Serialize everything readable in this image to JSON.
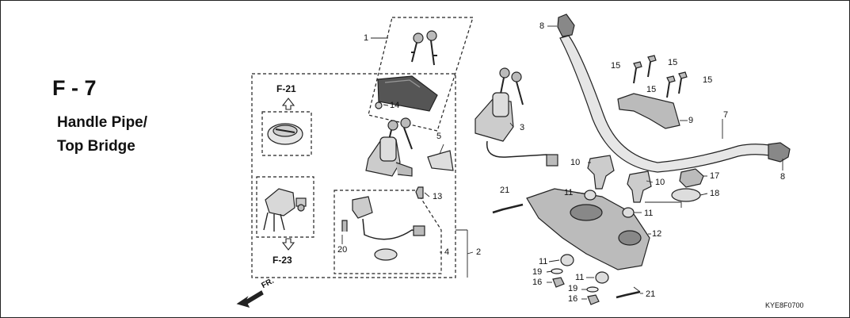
{
  "figure_code": "F - 7",
  "title_line1": "Handle Pipe/",
  "title_line2": "Top Bridge",
  "ref_up": "F-21",
  "ref_down": "F-23",
  "front_marker": "FR.",
  "diagram_code": "KYE8F0700",
  "parts": {
    "p1": "1",
    "p2": "2",
    "p3": "3",
    "p4": "4",
    "p5": "5",
    "p7": "7",
    "p8a": "8",
    "p8b": "8",
    "p9": "9",
    "p10a": "10",
    "p10b": "10",
    "p11a": "11",
    "p11b": "11",
    "p11c": "11",
    "p11d": "11",
    "p12": "12",
    "p13": "13",
    "p14": "14",
    "p15a": "15",
    "p15b": "15",
    "p15c": "15",
    "p15d": "15",
    "p16a": "16",
    "p16b": "16",
    "p17": "17",
    "p18": "18",
    "p19a": "19",
    "p19b": "19",
    "p20": "20",
    "p21a": "21",
    "p21b": "21"
  },
  "colors": {
    "line": "#222222",
    "fill": "#d8d8d8",
    "dark": "#555555"
  },
  "icons": [
    "key-icon",
    "arrow-up-icon",
    "arrow-down-icon",
    "front-arrow-icon"
  ]
}
